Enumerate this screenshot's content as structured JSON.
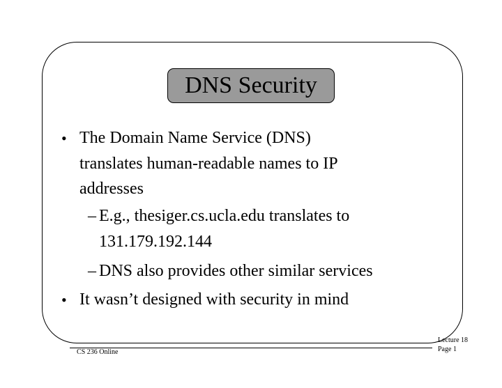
{
  "slide": {
    "title": "DNS Security",
    "bullets": [
      {
        "lines": [
          "The Domain Name Service (DNS)",
          "translates human-readable names to IP",
          "addresses"
        ],
        "sub": [
          {
            "lines": [
              "E.g., thesiger.cs.ucla.edu translates to",
              "131.179.192.144"
            ]
          },
          {
            "lines": [
              "DNS also provides other similar services"
            ]
          }
        ]
      },
      {
        "lines": [
          "It wasn’t designed with security in mind"
        ],
        "sub": []
      }
    ],
    "bullet_glyph": "•",
    "sub_glyph": "–"
  },
  "footer": {
    "left": "CS 236 Online",
    "right_line1": "Lecture 18",
    "right_line2": "Page 1"
  }
}
